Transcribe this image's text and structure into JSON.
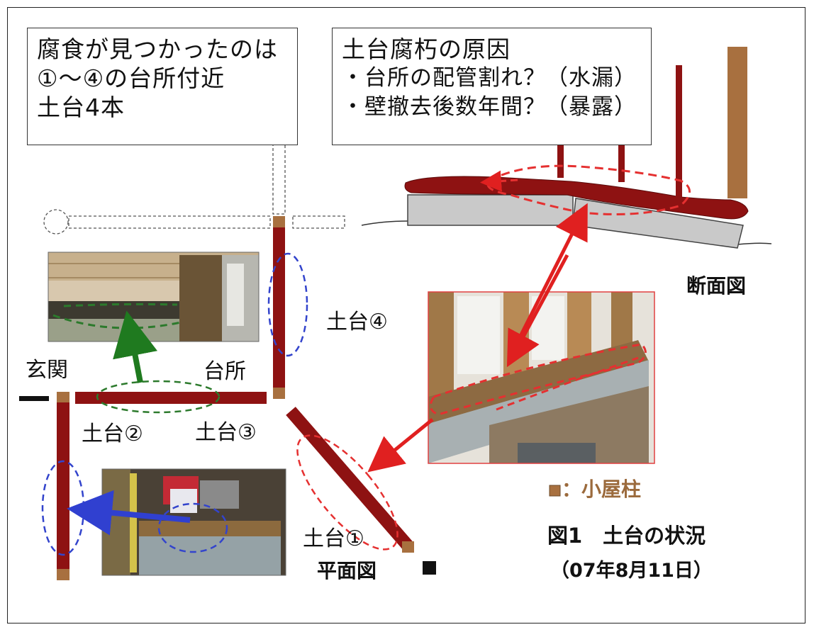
{
  "note_box": {
    "lines": [
      "腐食が見つかったのは",
      "①～④の台所付近",
      "土台4本"
    ]
  },
  "cause_box": {
    "lines": [
      "土台腐朽の原因",
      "・台所の配管割れ？（水漏）",
      "・壁撤去後数年間？（暴露）"
    ]
  },
  "labels": {
    "section_view": "断面図",
    "plan_view": "平面図",
    "sill_1": "土台①",
    "sill_2": "土台②",
    "sill_3": "土台③",
    "sill_4": "土台④",
    "entrance": "玄関",
    "kitchen": "台所"
  },
  "legend": {
    "post_label": "：小屋柱",
    "post_color": "#9b6a3c"
  },
  "caption": {
    "title": "図1　土台の状況",
    "date": "（07年8月11日）"
  },
  "colors": {
    "sill": "#8e1212",
    "post": "#a8703f",
    "arrow_red": "#e02020",
    "arrow_green": "#1f7a1f",
    "arrow_blue": "#3040d0",
    "dash_blue": "#3344cc",
    "dash_green": "#2c7a2c",
    "dash_red": "#e53030"
  }
}
